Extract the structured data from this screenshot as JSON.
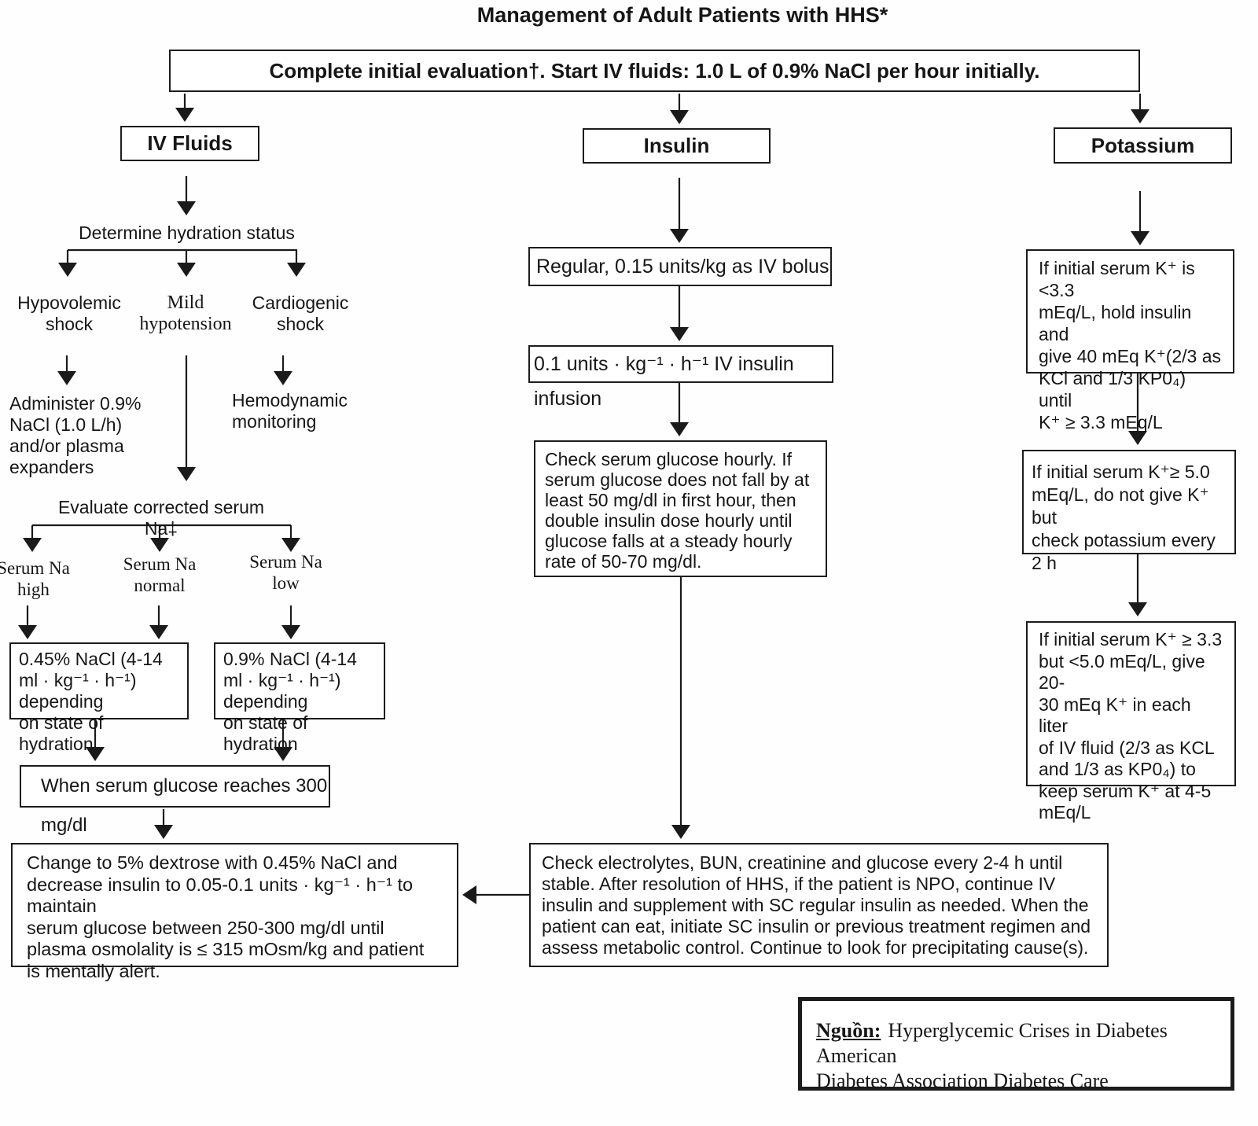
{
  "title": "Management of Adult Patients with HHS*",
  "initial_step": "Complete initial evaluation†.  Start IV fluids: 1.0 L of 0.9% NaCl per hour initially.",
  "iv_fluids": {
    "header": "IV Fluids",
    "hydration_status": "Determine hydration status",
    "hypovolemic": "Hypovolemic\nshock",
    "mild_hypotension": "Mild\nhypotension",
    "cardiogenic": "Cardiogenic\nshock",
    "administer": "Administer 0.9%\nNaCl (1.0 L/h)\nand/or plasma\nexpanders",
    "hemodynamic": "Hemodynamic\nmonitoring",
    "evaluate_na": "Evaluate corrected serum Na‡",
    "na_high": "Serum Na\nhigh",
    "na_normal": "Serum Na\nnormal",
    "na_low": "Serum Na\nlow",
    "nacl_045": "0.45% NaCl (4-14\nml · kg⁻¹ · h⁻¹) depending\non state of hydration",
    "nacl_09": "0.9% NaCl (4-14\nml · kg⁻¹ · h⁻¹) depending\non state of hydration",
    "glucose_300": "When serum glucose reaches 300 mg/dl",
    "dextrose": "Change to 5% dextrose with 0.45% NaCl and\ndecrease insulin to 0.05-0.1 units · kg⁻¹ · h⁻¹ to maintain\nserum glucose between 250-300 mg/dl until\nplasma osmolality is ≤ 315 mOsm/kg and patient\nis mentally alert."
  },
  "insulin": {
    "header": "Insulin",
    "iv_bolus": "Regular, 0.15 units/kg as IV bolus",
    "infusion": "0.1 units · kg⁻¹ · h⁻¹ IV insulin infusion",
    "check_glucose": "Check serum glucose hourly.  If\nserum glucose does not fall by at\nleast 50 mg/dl in first hour, then\ndouble insulin dose hourly until\nglucose falls at a steady hourly\nrate of 50-70 mg/dl.",
    "check_electrolytes": "Check electrolytes, BUN, creatinine and glucose every 2-4 h until\nstable. After resolution of HHS, if the patient is NPO, continue IV\ninsulin and supplement with SC regular insulin as needed.  When the\npatient can eat, initiate SC insulin or previous treatment regimen and\nassess metabolic control.  Continue to look for precipitating cause(s)."
  },
  "potassium": {
    "header": "Potassium",
    "k_below_33": "If initial serum K⁺ is <3.3\nmEq/L, hold insulin and\ngive 40 mEq K⁺(2/3 as\nKCl and 1/3 KP0₄) until\nK⁺ ≥ 3.3 mEq/L",
    "k_above_50": "If initial serum K⁺≥ 5.0\nmEq/L, do not give K⁺ but\ncheck potassium every 2 h",
    "k_33_to_50": "If initial serum K⁺ ≥ 3.3\nbut <5.0 mEq/L, give 20-\n30 mEq K⁺ in each liter\nof IV fluid (2/3 as KCL\nand 1/3 as KP0₄) to\nkeep serum K⁺ at 4-5\nmEq/L"
  },
  "source": {
    "label": "Nguồn:",
    "text": "Hyperglycemic Crises in Diabetes American\nDiabetes Association Diabetes Care"
  }
}
